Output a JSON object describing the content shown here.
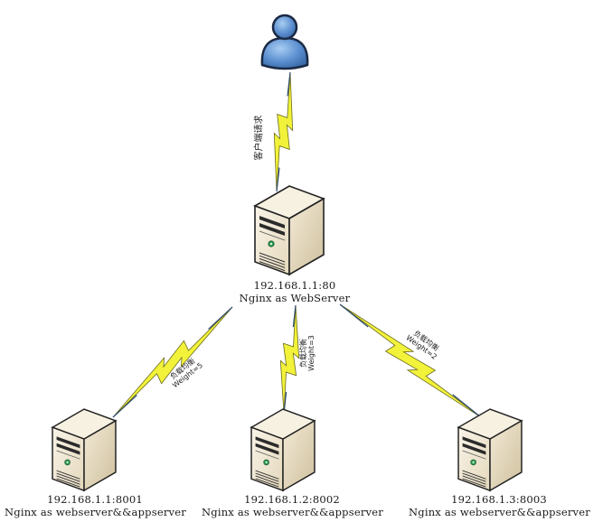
{
  "diagram": {
    "type": "network-topology",
    "colors": {
      "bolt_fill": "#f2f23a",
      "bolt_stroke": "#6b6b1e",
      "line_dark": "#2a4a6a",
      "server_face": "#efe6d2",
      "server_side": "#d8ccb0",
      "server_top": "#f7f1e2",
      "user_body": "#5b8fd0",
      "led": "#2e9e55"
    },
    "nodes": [
      {
        "id": "client",
        "kind": "user",
        "label_lines": []
      },
      {
        "id": "nginx-lb",
        "kind": "server",
        "label_lines": [
          "192.168.1.1:80",
          "Nginx as WebServer"
        ]
      },
      {
        "id": "app1",
        "kind": "server",
        "label_lines": [
          "192.168.1.1:8001",
          "Nginx as webserver&&appserver"
        ]
      },
      {
        "id": "app2",
        "kind": "server",
        "label_lines": [
          "192.168.1.2:8002",
          "Nginx as webserver&&appserver"
        ]
      },
      {
        "id": "app3",
        "kind": "server",
        "label_lines": [
          "192.168.1.3:8003",
          "Nginx as webserver&&appserver"
        ]
      }
    ],
    "edges": [
      {
        "from": "client",
        "to": "nginx-lb",
        "label_lines": [
          "客户端请求"
        ]
      },
      {
        "from": "nginx-lb",
        "to": "app1",
        "label_lines": [
          "负载均衡",
          "Weight=5"
        ]
      },
      {
        "from": "nginx-lb",
        "to": "app2",
        "label_lines": [
          "负载均衡",
          "Weight=3"
        ]
      },
      {
        "from": "nginx-lb",
        "to": "app3",
        "label_lines": [
          "负载均衡",
          "Weight=2"
        ]
      }
    ]
  }
}
